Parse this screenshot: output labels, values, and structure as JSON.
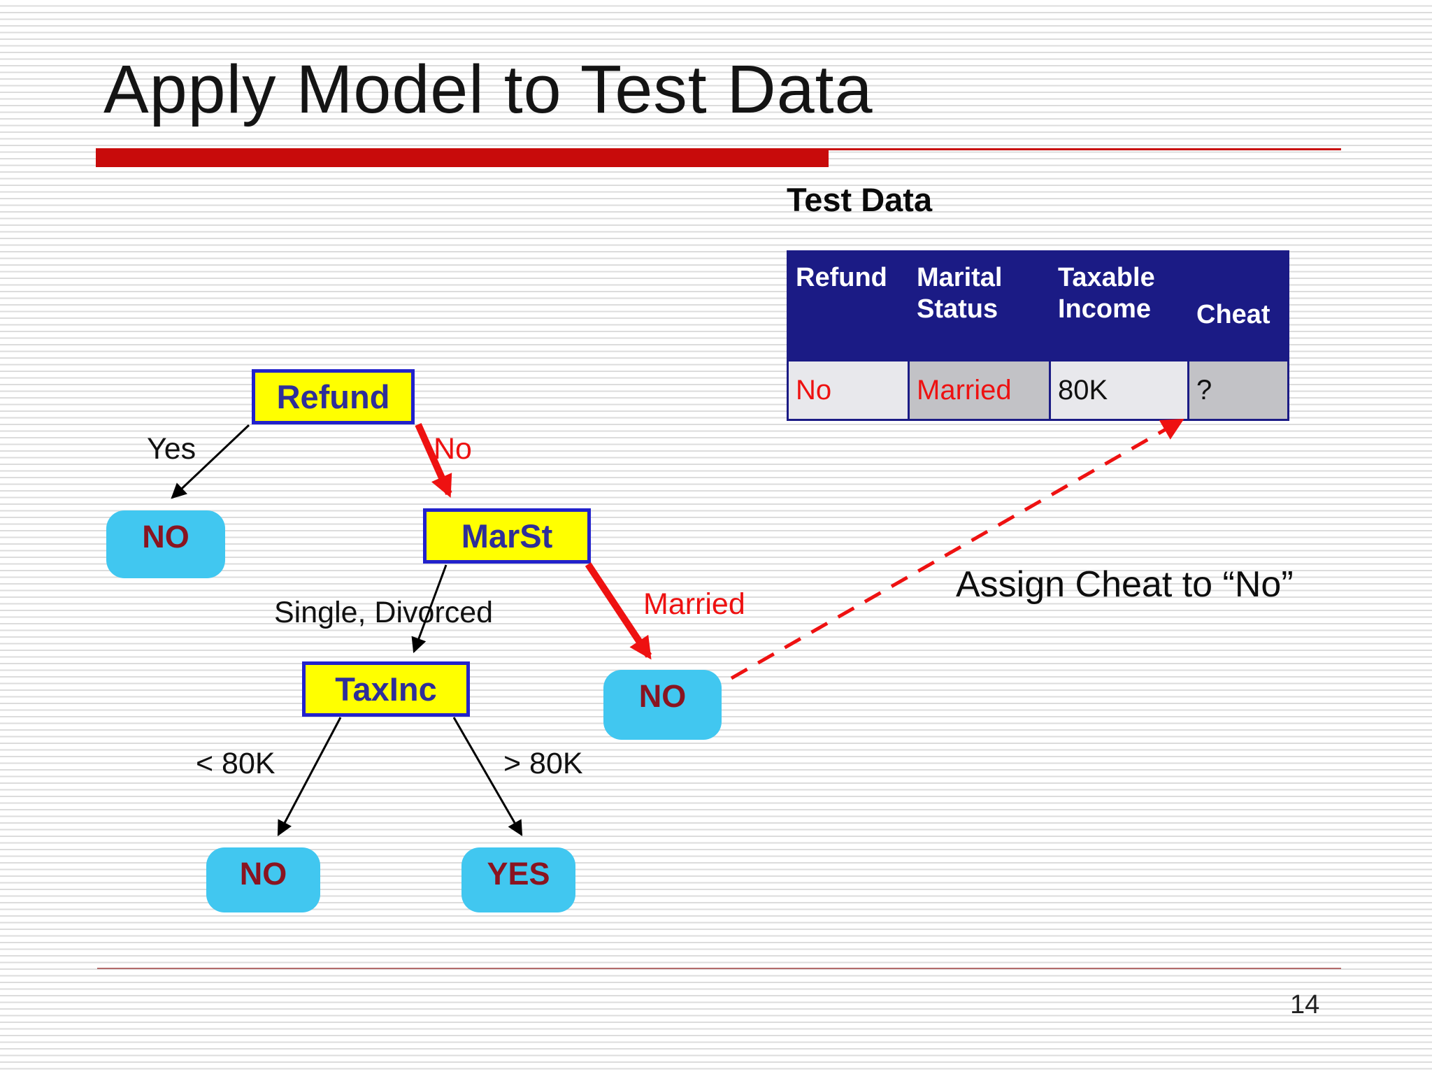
{
  "slide": {
    "title": "Apply Model to Test Data",
    "page_number": "14"
  },
  "colors": {
    "accent_red_bar": "#c80b0b",
    "arrow_red": "#ee1111",
    "node_fill": "#ffff00",
    "node_border": "#2222cc",
    "node_text": "#2e2e99",
    "leaf_fill": "#41c7f0",
    "leaf_text": "#8a1420",
    "table_header_bg": "#1b1b85",
    "table_cell_light": "#e8e8ec",
    "table_cell_dark": "#c2c2c6",
    "highlight_value_red": "#ee1111"
  },
  "test_data": {
    "heading": "Test Data",
    "columns": [
      "Refund",
      "Marital Status",
      "Taxable Income",
      "Cheat"
    ],
    "row": [
      "No",
      "Married",
      "80K",
      "?"
    ]
  },
  "tree": {
    "root": {
      "label": "Refund"
    },
    "marst": {
      "label": "MarSt"
    },
    "taxinc": {
      "label": "TaxInc"
    },
    "leaf_refund_yes": {
      "label": "NO"
    },
    "leaf_marst_married": {
      "label": "NO"
    },
    "leaf_taxinc_low": {
      "label": "NO"
    },
    "leaf_taxinc_high": {
      "label": "YES"
    },
    "edge_labels": {
      "refund_yes": "Yes",
      "refund_no": "No",
      "marst_single": "Single, Divorced",
      "marst_married": "Married",
      "taxinc_low": "< 80K",
      "taxinc_high": "> 80K"
    }
  },
  "annotation": {
    "text": "Assign Cheat to “No”"
  }
}
